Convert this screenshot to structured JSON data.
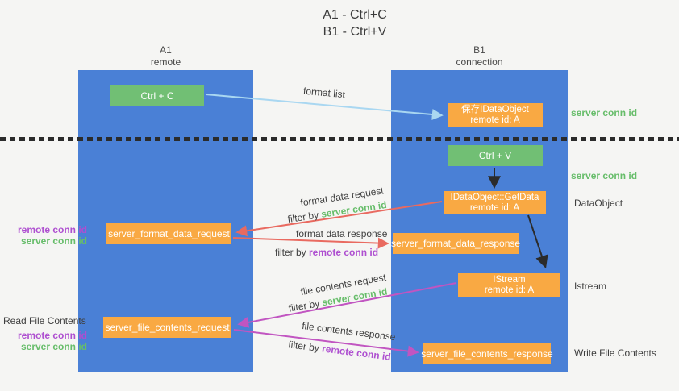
{
  "title": {
    "line1": "A1 - Ctrl+C",
    "line2": "B1 - Ctrl+V"
  },
  "lanes": {
    "left": {
      "id": "A1",
      "name": "remote"
    },
    "right": {
      "id": "B1",
      "name": "connection"
    }
  },
  "boxes": {
    "ctrl_c": {
      "label": "Ctrl + C"
    },
    "save_idataobject": {
      "line1": "保存IDataObject",
      "line2": "remote id: A"
    },
    "ctrl_v": {
      "label": "Ctrl + V"
    },
    "idataobject_getdata": {
      "line1": "IDataObject::GetData",
      "line2": "remote id: A"
    },
    "istream": {
      "line1": "IStream",
      "line2": "remote id: A"
    },
    "server_format_data_request": {
      "label": "server_format_data_request"
    },
    "server_format_data_response": {
      "label": "server_format_data_response"
    },
    "server_file_contents_request": {
      "label": "server_file_contents_request"
    },
    "server_file_contents_response": {
      "label": "server_file_contents_response"
    }
  },
  "flow_labels": {
    "format_list": "format list",
    "format_data_request": "format data request",
    "format_data_request_filter": {
      "prefix": "filter by ",
      "value": "server conn id"
    },
    "format_data_response": "format data response",
    "format_data_response_filter": {
      "prefix": "filter by ",
      "value": "remote conn id"
    },
    "file_contents_request": "file contents request",
    "file_contents_request_filter": {
      "prefix": "filter by ",
      "value": "server conn id"
    },
    "file_contents_response": "file contents response",
    "file_contents_response_filter": {
      "prefix": "filter by ",
      "value": "remote conn id"
    }
  },
  "side_labels": {
    "server_conn_id_top": "server conn id",
    "server_conn_id_mid": "server conn id",
    "dataobject": "DataObject",
    "istream": "Istream",
    "write_file_contents": "Write File Contents",
    "read_file_contents": "Read File Contents",
    "remote_conn_id_1": "remote conn id",
    "server_conn_id_1": "server conn id",
    "remote_conn_id_2": "remote conn id",
    "server_conn_id_2": "server conn id"
  },
  "colors": {
    "lane_blue": "#4a80d6",
    "green_box": "#71bf74",
    "orange_box": "#f9a943",
    "arrow_light_blue": "#a9d7f1",
    "arrow_red": "#e96a60",
    "arrow_magenta": "#c155c1",
    "arrow_black": "#2b2b2b",
    "text_green": "#67bd6a",
    "text_purple": "#ae4fd0",
    "text_dark": "#3f3f3f",
    "background": "#f5f5f3"
  }
}
